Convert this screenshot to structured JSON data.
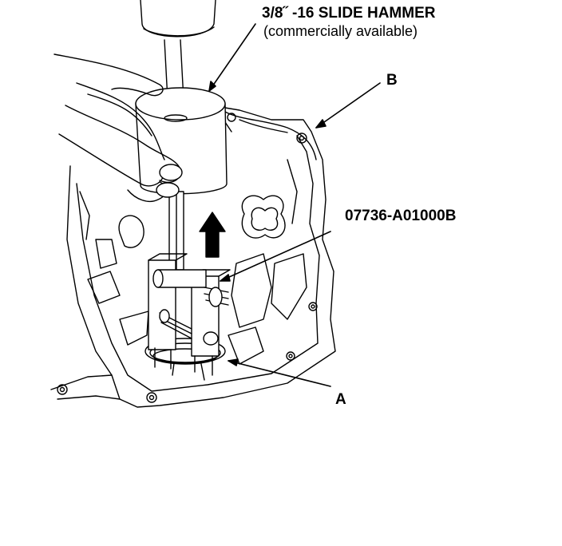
{
  "labels": {
    "slide_hammer": "3/8˝  -16 SLIDE HAMMER",
    "commercially_available": "(commercially available)",
    "tool_number": "07736-A01000B",
    "callout_a": "A",
    "callout_b": "B"
  },
  "colors": {
    "ink": "#000000",
    "paper": "#ffffff",
    "fill": "#d8d8d8"
  }
}
